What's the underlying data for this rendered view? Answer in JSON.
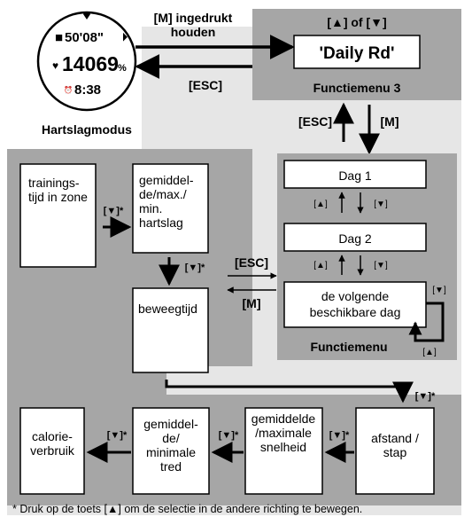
{
  "watch": {
    "line1": "50'08\"",
    "line2": "14069",
    "line2_suffix": "%",
    "line3": "8:38",
    "caption": "Hartslagmodus"
  },
  "labels": {
    "m_hold_1": "[M] ingedrukt",
    "m_hold_2": "houden",
    "esc_top": "[ESC]",
    "up_or_down": "[▲] of [▼]",
    "esc_side": "[ESC]",
    "m_side": "[M]",
    "esc_mid": "[ESC]",
    "m_mid": "[M]",
    "down_star": "[▼]*",
    "up": "[▲]",
    "down": "[▼]"
  },
  "menus": {
    "functiemenu3_value": "'Daily Rd'",
    "functiemenu3_title": "Functiemenu 3",
    "functiemenu_title": "Functiemenu",
    "dag1": "Dag 1",
    "dag2": "Dag 2",
    "next_day_1": "de volgende",
    "next_day_2": "beschikbare dag"
  },
  "screens": {
    "training": [
      "trainings-",
      "tijd in zone"
    ],
    "hr": [
      "gemiddel-",
      "de/max./",
      "min.",
      "hartslag"
    ],
    "beweegtijd": [
      "beweegtijd"
    ],
    "calorie": [
      "calorie-",
      "verbruik"
    ],
    "tred": [
      "gemiddel-",
      "de/",
      "minimale",
      "tred"
    ],
    "snelheid": [
      "gemiddelde",
      "/maximale",
      "snelheid"
    ],
    "afstand": [
      "afstand /",
      "stap"
    ]
  },
  "footnote": "* Druk op de toets [▲] om de selectie in de andere richting te bewegen."
}
